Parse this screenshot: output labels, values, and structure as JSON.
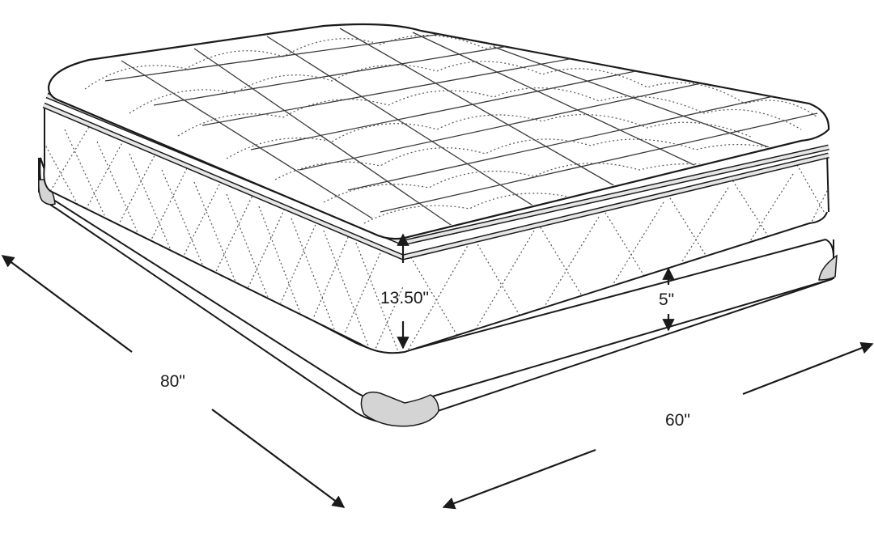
{
  "diagram": {
    "subject": "Pillow-top mattress on foundation",
    "colors": {
      "line": "#1a1a1a",
      "stitch": "#555555",
      "fill": "#ffffff",
      "corner_guard": "#d4d4d4",
      "piping": "#e6e6e6"
    },
    "dimensions": {
      "mattress_height": {
        "label": "13.50\"",
        "value": 13.5,
        "unit": "in"
      },
      "foundation_height": {
        "label": "5\"",
        "value": 5,
        "unit": "in"
      },
      "length": {
        "label": "80\"",
        "value": 80,
        "unit": "in"
      },
      "width": {
        "label": "60\"",
        "value": 60,
        "unit": "in"
      }
    }
  }
}
